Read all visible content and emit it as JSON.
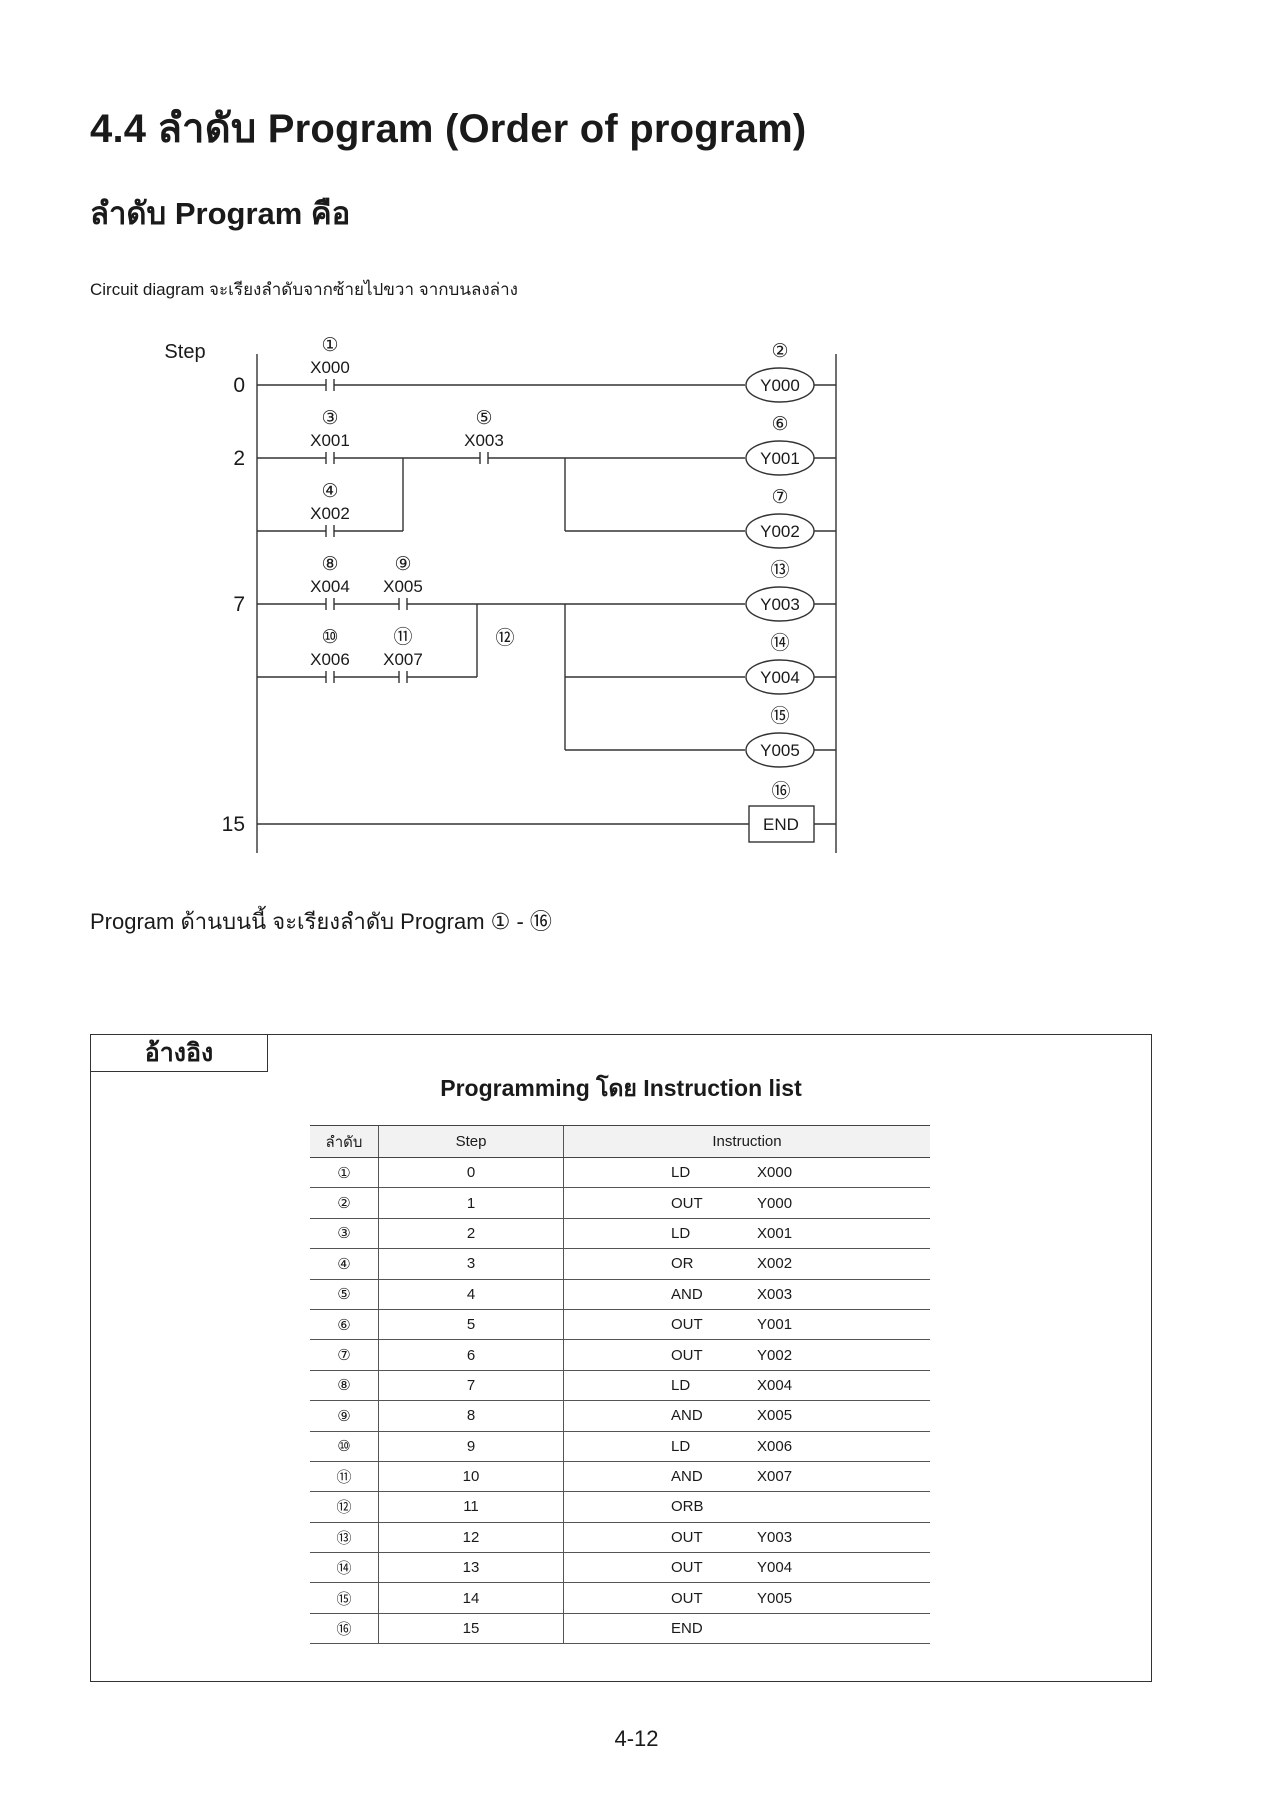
{
  "heading": "4.4 ลำดับ Program (Order of program)",
  "subheading": "ลำดับ Program คือ",
  "intro": "Circuit diagram จะเรียงลำดับจากซ้ายไปขวา จากบนลงล่าง",
  "diagram": {
    "step_header": "Step",
    "steps": [
      "0",
      "2",
      "7",
      "15"
    ],
    "contacts": [
      {
        "label": "X000",
        "num": "①"
      },
      {
        "label": "X001",
        "num": "③"
      },
      {
        "label": "X003",
        "num": "⑤"
      },
      {
        "label": "X002",
        "num": "④"
      },
      {
        "label": "X004",
        "num": "⑧"
      },
      {
        "label": "X005",
        "num": "⑨"
      },
      {
        "label": "X006",
        "num": "⑩"
      },
      {
        "label": "X007",
        "num": "⑪"
      }
    ],
    "coils": [
      {
        "label": "Y000",
        "num": "②"
      },
      {
        "label": "Y001",
        "num": "⑥"
      },
      {
        "label": "Y002",
        "num": "⑦"
      },
      {
        "label": "Y003",
        "num": "⑬"
      },
      {
        "label": "Y004",
        "num": "⑭"
      },
      {
        "label": "Y005",
        "num": "⑮"
      }
    ],
    "orb_num": "⑫",
    "end": {
      "label": "END",
      "num": "⑯"
    }
  },
  "note": "Program ด้านบนนี้ จะเรียงลำดับ Program ① - ⑯",
  "reference": {
    "tab": "อ้างอิง",
    "title": "Programming โดย Instruction list",
    "headers": [
      "ลำดับ",
      "Step",
      "Instruction"
    ],
    "rows": [
      {
        "no": "①",
        "step": "0",
        "op": "LD",
        "dev": "X000"
      },
      {
        "no": "②",
        "step": "1",
        "op": "OUT",
        "dev": "Y000"
      },
      {
        "no": "③",
        "step": "2",
        "op": "LD",
        "dev": "X001"
      },
      {
        "no": "④",
        "step": "3",
        "op": "OR",
        "dev": "X002"
      },
      {
        "no": "⑤",
        "step": "4",
        "op": "AND",
        "dev": "X003"
      },
      {
        "no": "⑥",
        "step": "5",
        "op": "OUT",
        "dev": "Y001"
      },
      {
        "no": "⑦",
        "step": "6",
        "op": "OUT",
        "dev": "Y002"
      },
      {
        "no": "⑧",
        "step": "7",
        "op": "LD",
        "dev": "X004"
      },
      {
        "no": "⑨",
        "step": "8",
        "op": "AND",
        "dev": "X005"
      },
      {
        "no": "⑩",
        "step": "9",
        "op": "LD",
        "dev": "X006"
      },
      {
        "no": "⑪",
        "step": "10",
        "op": "AND",
        "dev": "X007"
      },
      {
        "no": "⑫",
        "step": "11",
        "op": "ORB",
        "dev": ""
      },
      {
        "no": "⑬",
        "step": "12",
        "op": "OUT",
        "dev": "Y003"
      },
      {
        "no": "⑭",
        "step": "13",
        "op": "OUT",
        "dev": "Y004"
      },
      {
        "no": "⑮",
        "step": "14",
        "op": "OUT",
        "dev": "Y005"
      },
      {
        "no": "⑯",
        "step": "15",
        "op": "END",
        "dev": ""
      }
    ]
  },
  "page_number": "4-12"
}
